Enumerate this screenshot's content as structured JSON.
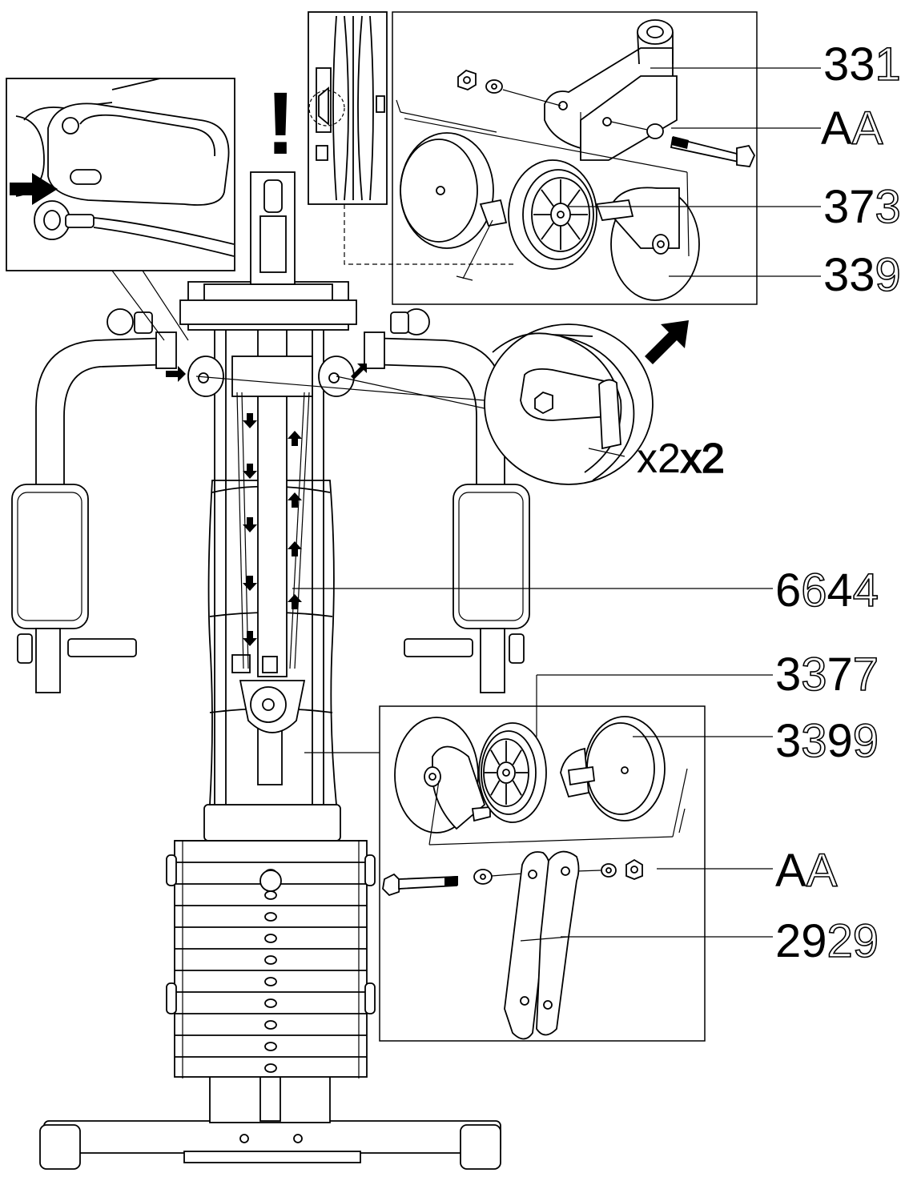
{
  "labels": {
    "top_331": {
      "a": "33",
      "b": "1"
    },
    "top_aa": {
      "a": "A",
      "b": "A"
    },
    "top_373": {
      "a": "37",
      "b": "3"
    },
    "top_339": {
      "a": "33",
      "b": "9"
    },
    "mid_6644": {
      "a": "6",
      "b": "6",
      "c": "4",
      "d": "4"
    },
    "bot_3377": {
      "a": "3",
      "b": "3",
      "c": "7",
      "d": "7"
    },
    "bot_3399": {
      "a": "3",
      "b": "3",
      "c": "9",
      "d": "9"
    },
    "bot_aa": {
      "a": "A",
      "b": "A"
    },
    "bot_2929": {
      "a": "2",
      "b": "9",
      "c": "2",
      "d": "9"
    }
  },
  "multiplier": {
    "a": "x2",
    "b": "x2"
  },
  "warning": "!",
  "colors": {
    "line": "#000000",
    "background": "#ffffff",
    "fill": "#ffffff"
  }
}
